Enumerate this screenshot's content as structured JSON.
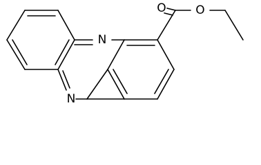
{
  "molecule": {
    "atoms": {
      "n_top": "N",
      "n_bottom": "N",
      "o_carbonyl": "O",
      "o_ester": "O"
    }
  },
  "colors": {
    "bond": "#000000",
    "label": "#000000",
    "background": "#ffffff"
  }
}
